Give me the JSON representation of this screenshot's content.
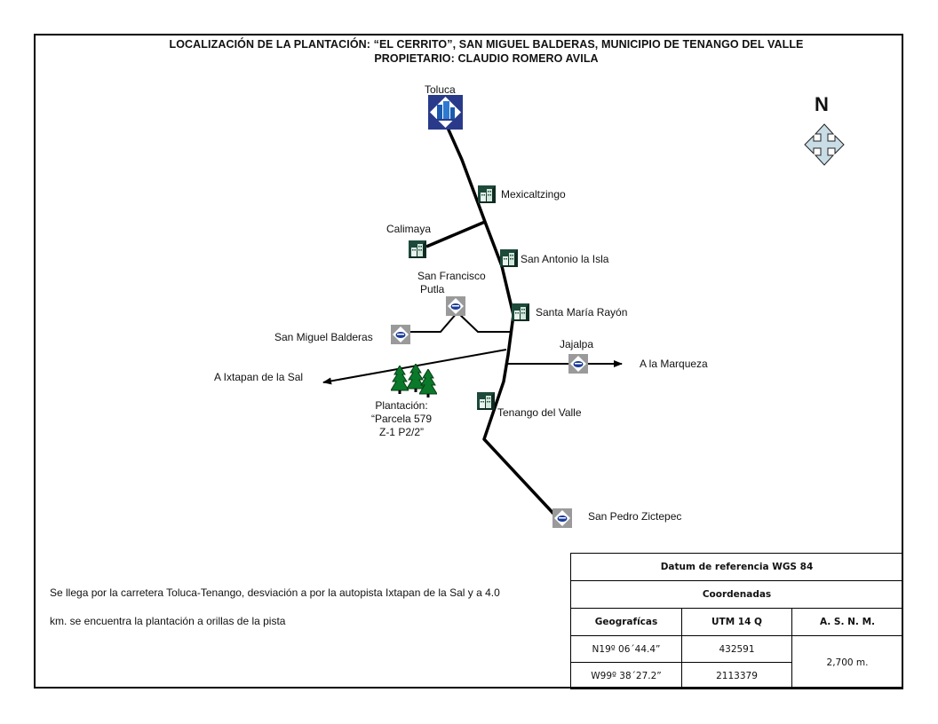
{
  "header": {
    "title_line1": "LOCALIZACIÓN DE LA PLANTACIÓN: “EL CERRITO”, SAN MIGUEL BALDERAS, MUNICIPIO DE TENANGO DEL VALLE",
    "title_line2": "PROPIETARIO: CLAUDIO ROMERO AVILA"
  },
  "north_label": "N",
  "places": {
    "toluca": "Toluca",
    "mexicaltzingo": "Mexicaltzingo",
    "calimaya": "Calimaya",
    "san_antonio": "San Antonio la Isla",
    "san_francisco_1": "San Francisco",
    "san_francisco_2": "Putla",
    "santa_maria": "Santa María Rayón",
    "san_miguel": "San Miguel Balderas",
    "jajalpa": "Jajalpa",
    "marqueza": "A la Marqueza",
    "ixtapan": "A Ixtapan de la Sal",
    "plantacion_1": "Plantación:",
    "plantacion_2": "“Parcela 579",
    "plantacion_3": "Z-1 P2/2”",
    "tenango": "Tenango del Valle",
    "san_pedro": "San Pedro Zictepec"
  },
  "description": {
    "line1": "Se llega por la carretera Toluca-Tenango, desviación a por la autopista Ixtapan de la Sal y  a 4.0",
    "line2": "km.  se encuentra la plantación a orillas de la pista"
  },
  "coords_table": {
    "datum": "Datum de referencia WGS 84",
    "coordenadas": "Coordenadas",
    "col_geo": "Geografícas",
    "col_utm": "UTM 14 Q",
    "col_asnm": "A. S. N. M.",
    "row1_geo": "N19º 06´44.4”",
    "row1_utm": "432591",
    "row2_geo": "W99º 38´27.2”",
    "row2_utm": "2113379",
    "altitude": "2,700 m."
  },
  "icons": {
    "city": "city-building-icon",
    "town": "town-icon",
    "village": "village-icon",
    "trees": "pine-trees-icon",
    "north": "north-arrow-icon"
  }
}
